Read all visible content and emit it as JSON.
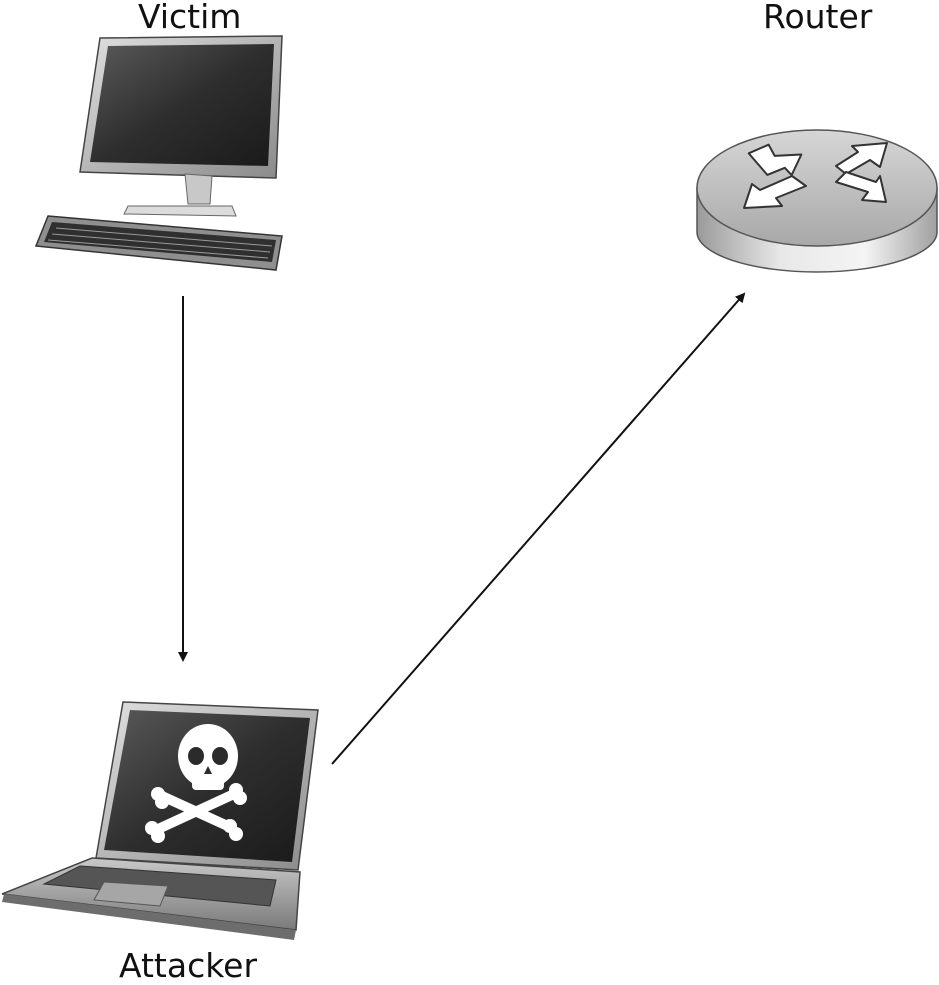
{
  "nodes": {
    "victim": {
      "label": "Victim",
      "icon": "desktop-computer-icon"
    },
    "router": {
      "label": "Router",
      "icon": "router-icon"
    },
    "attacker": {
      "label": "Attacker",
      "icon": "laptop-skull-icon"
    }
  },
  "edges": [
    {
      "from": "victim",
      "to": "attacker"
    },
    {
      "from": "attacker",
      "to": "router"
    }
  ],
  "colors": {
    "line": "#111111",
    "screen": "#2b2b2b",
    "device_gray": "#b9b9b9",
    "skull": "#ffffff"
  }
}
